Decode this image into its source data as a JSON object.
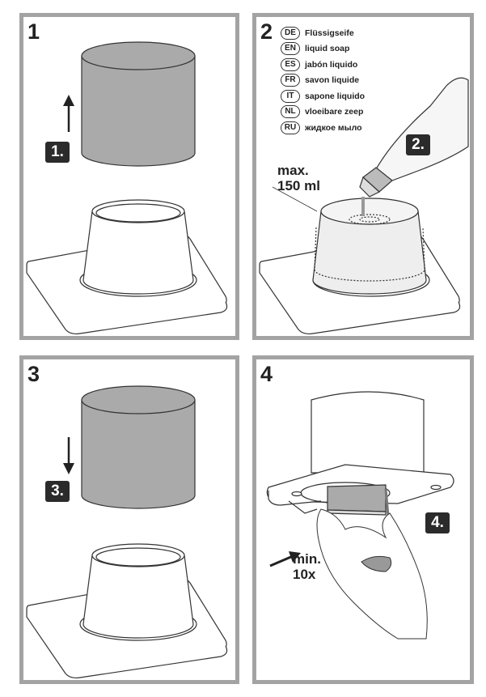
{
  "steps": [
    {
      "number": "1",
      "badge": "1."
    },
    {
      "number": "2",
      "badge": "2.",
      "capacity_label": "max.\n150 ml",
      "capacity_line1": "max.",
      "capacity_line2": "150 ml",
      "languages": [
        {
          "code": "DE",
          "text": "Flüssigseife"
        },
        {
          "code": "EN",
          "text": "liquid soap"
        },
        {
          "code": "ES",
          "text": "jabón liquido"
        },
        {
          "code": "FR",
          "text": "savon liquide"
        },
        {
          "code": "IT",
          "text": "sapone liquido"
        },
        {
          "code": "NL",
          "text": "vloeibare zeep"
        },
        {
          "code": "RU",
          "text": "жидкое мыло"
        }
      ]
    },
    {
      "number": "3",
      "badge": "3."
    },
    {
      "number": "4",
      "badge": "4.",
      "repeat_line1": "min.",
      "repeat_line2": "10x"
    }
  ],
  "colors": {
    "border": "#a3a3a3",
    "badge": "#2b2b2b",
    "cylinder": "#aaaaaa"
  }
}
